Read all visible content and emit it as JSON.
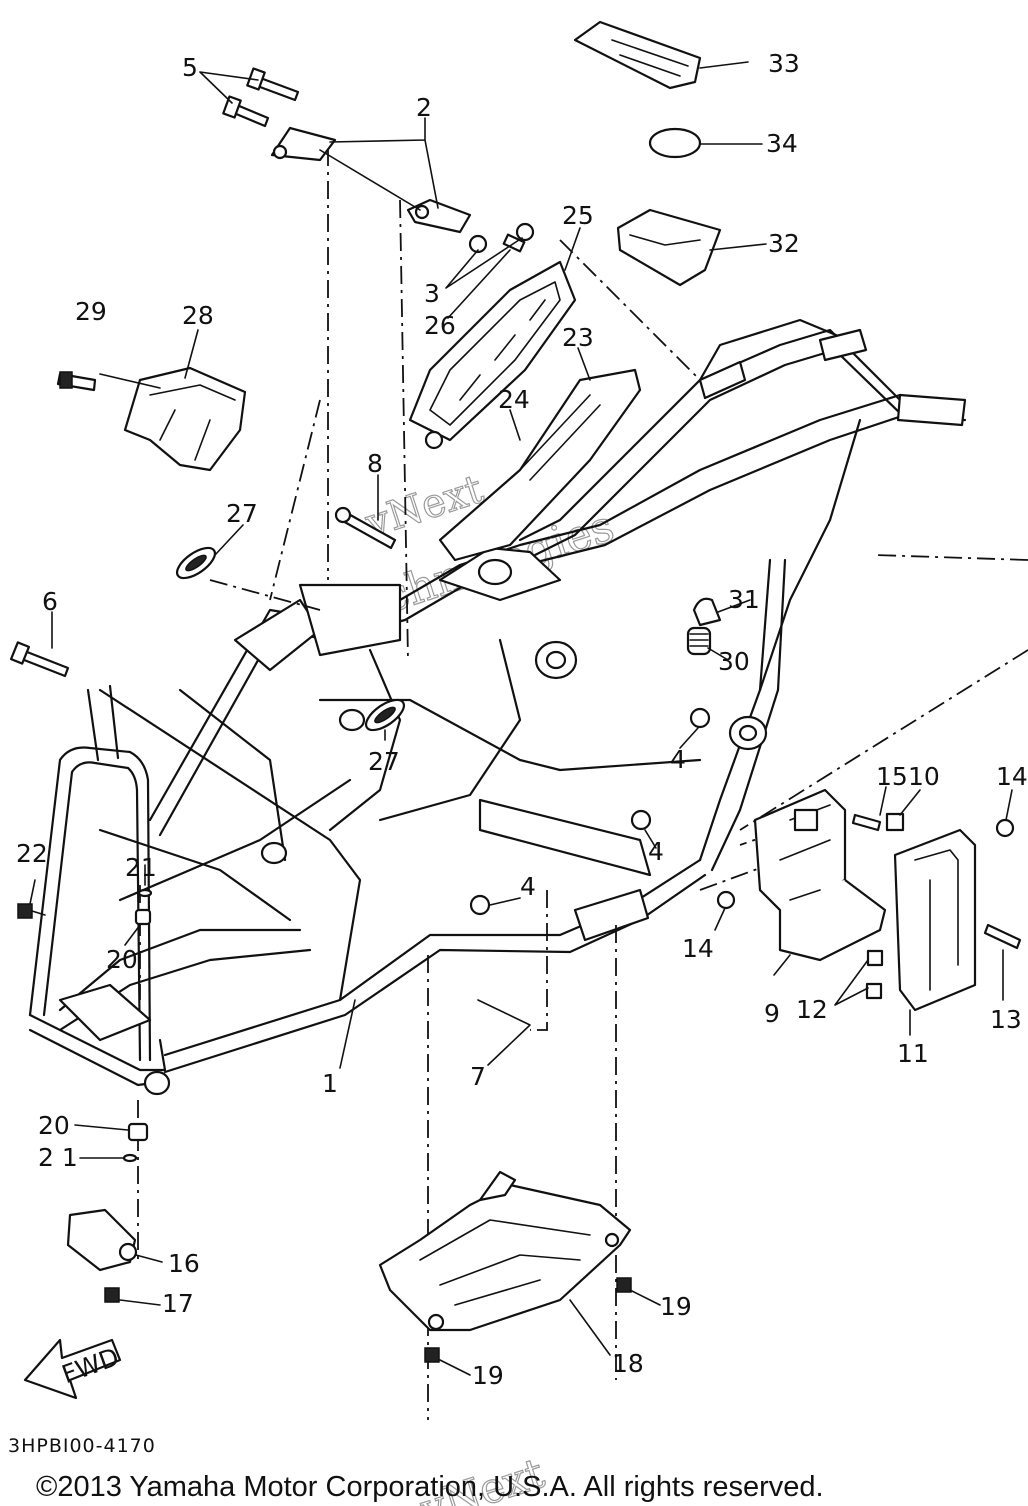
{
  "callouts": {
    "c1": "1",
    "c2": "2",
    "c3": "3",
    "c4a": "4",
    "c4b": "4",
    "c4c": "4",
    "c5": "5",
    "c6": "6",
    "c7": "7",
    "c8": "8",
    "c9": "9",
    "c10": "10",
    "c11": "11",
    "c12": "12",
    "c13": "13",
    "c14a": "14",
    "c14b": "14",
    "c15": "15",
    "c16": "16",
    "c17": "17",
    "c18": "18",
    "c19a": "19",
    "c19b": "19",
    "c20a": "20",
    "c20b": "20",
    "c21a": "21",
    "c21b": "2 1",
    "c22": "22",
    "c23": "23",
    "c24": "24",
    "c25": "25",
    "c26": "26",
    "c27a": "27",
    "c27b": "27",
    "c28": "28",
    "c29": "29",
    "c30": "30",
    "c31": "31",
    "c32": "32",
    "c33": "33",
    "c34": "34"
  },
  "fwd_label": "FWD",
  "diagram_code": "3HPBI00-4170",
  "copyright": "©2013 Yamaha Motor Corporation, U.S.A. All rights reserved.",
  "watermark": "vNext Technologies"
}
